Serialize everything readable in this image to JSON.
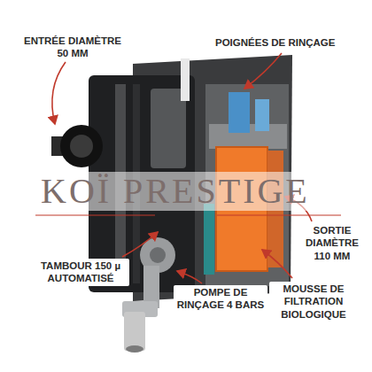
{
  "diagram": {
    "labels": [
      "ENTRÉE DIAMÈTRE 50 MM",
      "POIGNÉES DE RINÇAGE",
      "KOÏ PRESTIGE",
      "TAMBOUR 150 µ AUTOMATISÉ",
      "SORTIE DIAMÈTRE 110 MM",
      "POMPE DE RINÇAGE 4 BARS",
      "MOUSSE DE FILTRATION BIOLOGIQUE"
    ]
  }
}
